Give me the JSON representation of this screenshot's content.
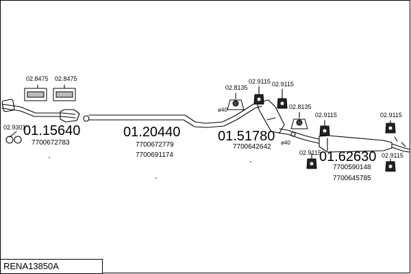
{
  "drawing_code": "RENA13850A",
  "parts": [
    {
      "number": "01.15640",
      "oem": [
        "7700672783"
      ]
    },
    {
      "number": "01.20440",
      "oem": [
        "7700672779",
        "7700691174"
      ]
    },
    {
      "number": "01.51780",
      "oem": [
        "7700642642"
      ]
    },
    {
      "number": "01.62630",
      "oem": [
        "7700590148",
        "7700645785"
      ]
    }
  ],
  "accessories": {
    "gasket": "02.9301",
    "clamp_a": "02.8475",
    "clamp_b": "02.8475",
    "mount_a": "02.8135",
    "mount_b": "02.8135",
    "rubber": "02.9115"
  },
  "diameter": "40"
}
